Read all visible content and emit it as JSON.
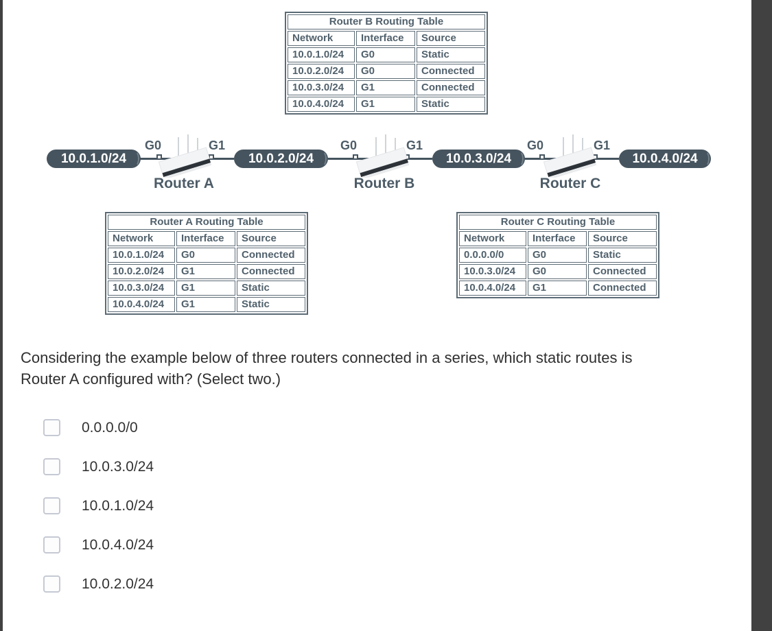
{
  "page": {
    "background": "#ffffff",
    "edge_bar_color": "#414141"
  },
  "colors": {
    "table_border": "#5c6b75",
    "table_text": "#51616c",
    "pill_background": "#46545f",
    "pill_text": "#ffffff",
    "diagram_line": "#45545f",
    "router_label": "#4d5c67",
    "question_text": "#2f2f2f",
    "checkbox_border": "#c5c9d3"
  },
  "tables": {
    "router_b": {
      "title": "Router B Routing Table",
      "columns": [
        "Network",
        "Interface",
        "Source"
      ],
      "rows": [
        [
          "10.0.1.0/24",
          "G0",
          "Static"
        ],
        [
          "10.0.2.0/24",
          "G0",
          "Connected"
        ],
        [
          "10.0.3.0/24",
          "G1",
          "Connected"
        ],
        [
          "10.0.4.0/24",
          "G1",
          "Static"
        ]
      ]
    },
    "router_a": {
      "title": "Router A Routing Table",
      "columns": [
        "Network",
        "Interface",
        "Source"
      ],
      "rows": [
        [
          "10.0.1.0/24",
          "G0",
          "Connected"
        ],
        [
          "10.0.2.0/24",
          "G1",
          "Connected"
        ],
        [
          "10.0.3.0/24",
          "G1",
          "Static"
        ],
        [
          "10.0.4.0/24",
          "G1",
          "Static"
        ]
      ]
    },
    "router_c": {
      "title": "Router C Routing Table",
      "columns": [
        "Network",
        "Interface",
        "Source"
      ],
      "rows": [
        [
          "0.0.0.0/0",
          "G0",
          "Static"
        ],
        [
          "10.0.3.0/24",
          "G0",
          "Connected"
        ],
        [
          "10.0.4.0/24",
          "G1",
          "Connected"
        ]
      ]
    }
  },
  "diagram": {
    "networks": [
      "10.0.1.0/24",
      "10.0.2.0/24",
      "10.0.3.0/24",
      "10.0.4.0/24"
    ],
    "routers": [
      {
        "name": "Router A",
        "left_port": "G0",
        "right_port": "G1"
      },
      {
        "name": "Router B",
        "left_port": "G0",
        "right_port": "G1"
      },
      {
        "name": "Router C",
        "left_port": "G0",
        "right_port": "G1"
      }
    ]
  },
  "question": {
    "text": "Considering the example below of three routers connected in a series, which static routes is Router A configured with? (Select two.)",
    "options": [
      {
        "label": "0.0.0.0/0",
        "checked": false
      },
      {
        "label": "10.0.3.0/24",
        "checked": false
      },
      {
        "label": "10.0.1.0/24",
        "checked": false
      },
      {
        "label": "10.0.4.0/24",
        "checked": false
      },
      {
        "label": "10.0.2.0/24",
        "checked": false
      }
    ]
  }
}
